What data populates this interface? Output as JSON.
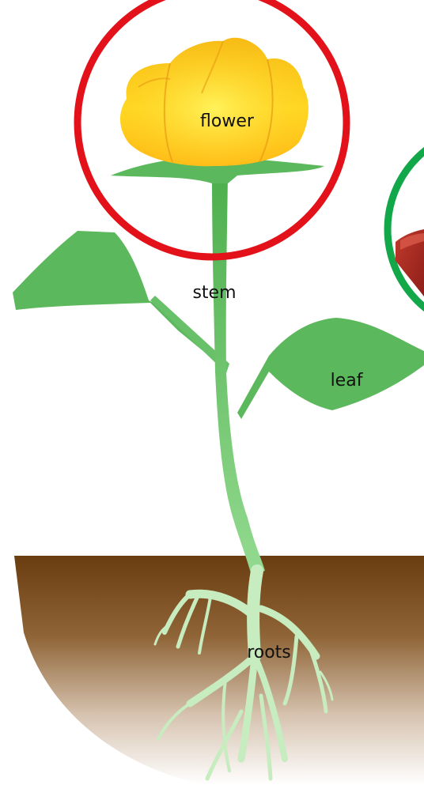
{
  "labels": {
    "flower": "flower",
    "stem": "stem",
    "leaf": "leaf",
    "roots": "roots"
  },
  "colors": {
    "flower_circle": "#e3121a",
    "second_circle": "#12a84a",
    "petal_light": "#ffd21a",
    "petal_dark": "#f29a12",
    "leaf": "#5cb85c",
    "stem": "#7fce7f",
    "roots": "#cdeec4",
    "soil_top": "#6a3d10",
    "soil_bottom": "#ffffff"
  },
  "icons": {
    "plant": "plant-icon",
    "red_item": "red-object-icon"
  }
}
